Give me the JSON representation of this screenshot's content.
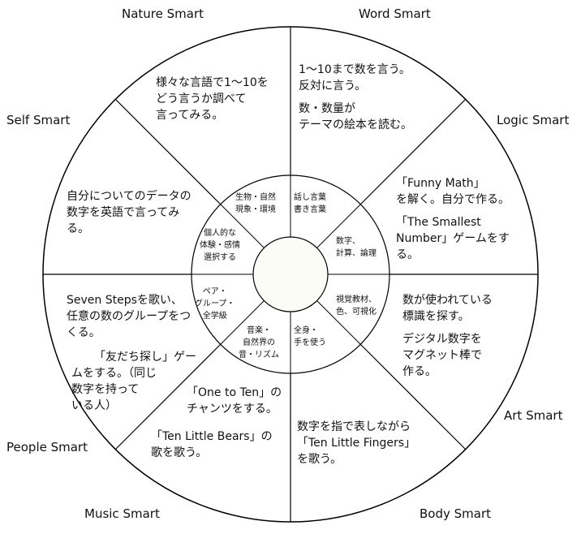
{
  "intelligences": {
    "nature": "Nature Smart",
    "word": "Word Smart",
    "self": "Self Smart",
    "logic": "Logic Smart",
    "art": "Art Smart",
    "people": "People Smart",
    "music": "Music Smart",
    "body": "Body Smart"
  },
  "activities": {
    "nature": [
      "様々な言語で1〜10を",
      "どう言うか調べて",
      "言ってみる。"
    ],
    "word_1": [
      "1〜10まで数を言う。",
      "反対に言う。"
    ],
    "word_2": [
      "数・数量が",
      "テーマの絵本を読む。"
    ],
    "logic_1": [
      "「Funny Math」",
      "を解く。自分で作る。"
    ],
    "logic_2": [
      "「The Smallest",
      "Number」ゲームをす",
      "る。"
    ],
    "art_1": [
      "数が使われている",
      "標識を探す。"
    ],
    "art_2": [
      "デジタル数字を",
      "マグネット棒で",
      "作る。"
    ],
    "body": [
      "数字を指で表しながら",
      "「Ten Little Fingers」",
      "を歌う。"
    ],
    "music_1": [
      "「One to Ten」の",
      "チャンツをする。"
    ],
    "music_2": [
      "「Ten Little Bears」の",
      "歌を歌う。"
    ],
    "people_1": [
      "Seven Stepsを歌い、",
      "任意の数のグループをつ",
      "くる。"
    ],
    "people_2": [
      "「友だち探し」ゲー",
      "ムをする。（同じ",
      "数字を持って",
      "いる人）"
    ],
    "self": [
      "自分についてのデータの",
      "数字を英語で言ってみ",
      "る。"
    ]
  },
  "inner_labels": {
    "nature": [
      "生物・自然",
      "現象・環境"
    ],
    "word": [
      "話し言葉",
      "書き言葉"
    ],
    "logic": [
      "数字、",
      "計算、論理"
    ],
    "art": [
      "視覚教材、",
      "色、可視化"
    ],
    "body": [
      "全身・",
      "手を使う"
    ],
    "music": [
      "音楽・",
      "自然界の",
      "音・リズム"
    ],
    "people": [
      "ペア・",
      "グループ・",
      "全学級"
    ],
    "self": [
      "個人的な",
      "体験・感情",
      "選択する"
    ]
  },
  "colors": {
    "stroke": "#000000",
    "center_fill": "#fcfcf6",
    "background": "#ffffff"
  }
}
